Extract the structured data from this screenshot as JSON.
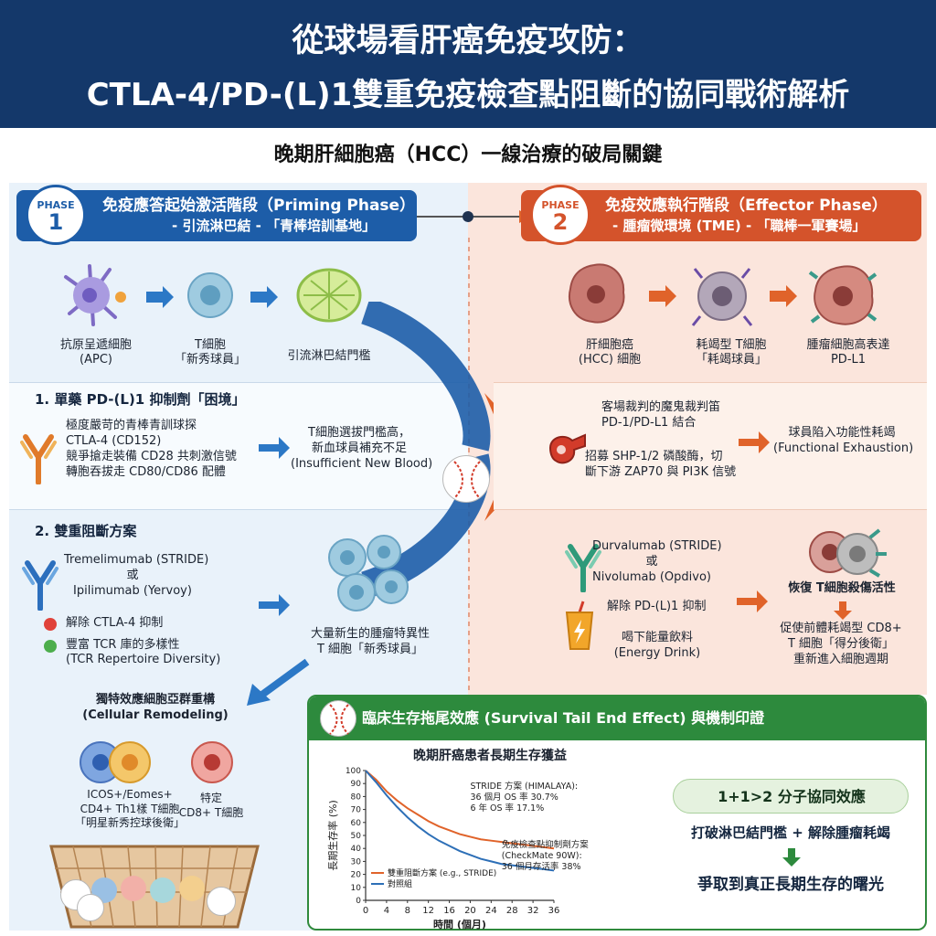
{
  "header": {
    "title_line1": "從球場看肝癌免疫攻防：",
    "title_line2": "CTLA-4/PD-(L)1雙重免疫檢查點阻斷的協同戰術解析"
  },
  "subtitle": "晚期肝細胞癌（HCC）一線治療的破局關鍵",
  "phase1": {
    "badge_label": "PHASE",
    "badge_number": "1",
    "title": "免疫應答起始激活階段（Priming Phase）",
    "subtitle": "- 引流淋巴結 - 「青棒培訓基地」",
    "flow": [
      {
        "label": "抗原呈遞細胞\n(APC)"
      },
      {
        "label": "T細胞\n「新秀球員」"
      },
      {
        "label": "引流淋巴結門檻"
      }
    ],
    "section1": {
      "heading": "1.  單藥 PD-(L)1 抑制劑「困境」",
      "body": "極度嚴苛的青棒青訓球探\nCTLA-4 (CD152)\n競爭搶走裝備 CD28 共刺激信號\n轉胞吞拔走 CD80/CD86 配體",
      "result": "T細胞選拔門檻高，\n新血球員補充不足\n(Insufficient New Blood)"
    },
    "section2": {
      "heading": "2.  雙重阻斷方案",
      "drugs": "Tremelimumab (STRIDE)\n或\nIpilimumab (Yervoy)",
      "bullet1": "解除 CTLA-4 抑制",
      "bullet2": "豐富 TCR 庫的多樣性\n(TCR Repertoire Diversity)",
      "result": "大量新生的腫瘤特異性\nT 細胞「新秀球員」"
    },
    "remodel": {
      "title": "獨特效應細胞亞群重構\n(Cellular Remodeling)",
      "cell1": "ICOS+/Eomes+\nCD4+ Th1樣 T細胞\n「明星新秀控球後衛」",
      "cell2": "特定\nCD8+ T細胞"
    }
  },
  "phase2": {
    "badge_label": "PHASE",
    "badge_number": "2",
    "title": "免疫效應執行階段（Effector Phase）",
    "subtitle": "- 腫瘤微環境 (TME) - 「職棒一軍賽場」",
    "flow": [
      {
        "label": "肝細胞癌\n(HCC) 細胞"
      },
      {
        "label": "耗竭型 T細胞\n「耗竭球員」"
      },
      {
        "label": "腫瘤細胞高表達\nPD-L1"
      }
    ],
    "referee": {
      "line1": "客場裁判的魔鬼裁判笛\nPD-1/PD-L1 結合",
      "line2": "招募 SHP-1/2 磷酸酶，切\n斷下游 ZAP70 與 PI3K 信號",
      "result": "球員陷入功能性耗竭\n(Functional Exhaustion)"
    },
    "rescue": {
      "drugs": "Durvalumab (STRIDE)\n或\nNivolumab (Opdivo)",
      "action": "解除 PD-(L)1 抑制",
      "drink": "喝下能量飲料\n(Energy Drink)",
      "result1": "恢復 T細胞殺傷活性",
      "result2": "促使前體耗竭型 CD8+\nT 細胞「得分後衛」\n重新進入細胞週期"
    }
  },
  "clinical": {
    "title": "臨床生存拖尾效應 (Survival Tail End Effect) 與機制印證",
    "synergy_title": "1+1>2 分子協同效應",
    "synergy_line1": "打破淋巴結門檻 + 解除腫瘤耗竭",
    "synergy_line2": "爭取到真正長期生存的曙光"
  },
  "chart_data": {
    "type": "line",
    "title": "晚期肝癌患者長期生存獲益",
    "xlabel": "時間 (個月)",
    "ylabel": "長期生存率 (%)",
    "xlim": [
      0,
      36
    ],
    "ylim": [
      0,
      100
    ],
    "xticks": [
      0,
      4,
      8,
      12,
      16,
      20,
      24,
      28,
      32,
      36
    ],
    "yticks": [
      0,
      10,
      20,
      30,
      40,
      50,
      60,
      70,
      80,
      90,
      100
    ],
    "series": [
      {
        "name": "雙重阻斷方案 (e.g., STRIDE)",
        "color": "#e0632a",
        "x": [
          0,
          2,
          4,
          6,
          8,
          10,
          12,
          14,
          16,
          18,
          20,
          22,
          24,
          26,
          28,
          30,
          32,
          34,
          36
        ],
        "y": [
          100,
          93,
          84,
          77,
          71,
          66,
          61,
          57,
          54,
          51,
          49,
          47,
          46,
          45,
          44,
          43,
          42,
          41,
          40
        ]
      },
      {
        "name": "對照組",
        "color": "#2d6fb7",
        "x": [
          0,
          2,
          4,
          6,
          8,
          10,
          12,
          14,
          16,
          18,
          20,
          22,
          24,
          26,
          28,
          30,
          32,
          34,
          36
        ],
        "y": [
          100,
          91,
          81,
          72,
          64,
          57,
          51,
          46,
          42,
          38,
          35,
          32,
          30,
          28,
          27,
          26,
          25,
          24,
          23
        ]
      }
    ],
    "annotations": [
      {
        "text": "STRIDE 方案 (HIMALAYA):\n36 個月 OS 率 30.7%\n6 年 OS 率 17.1%"
      },
      {
        "text": "免疫檢查點抑制劑方案\n(CheckMate 90W):\n36 個月存活率 38%"
      }
    ],
    "legend_position": "bottom-left"
  }
}
